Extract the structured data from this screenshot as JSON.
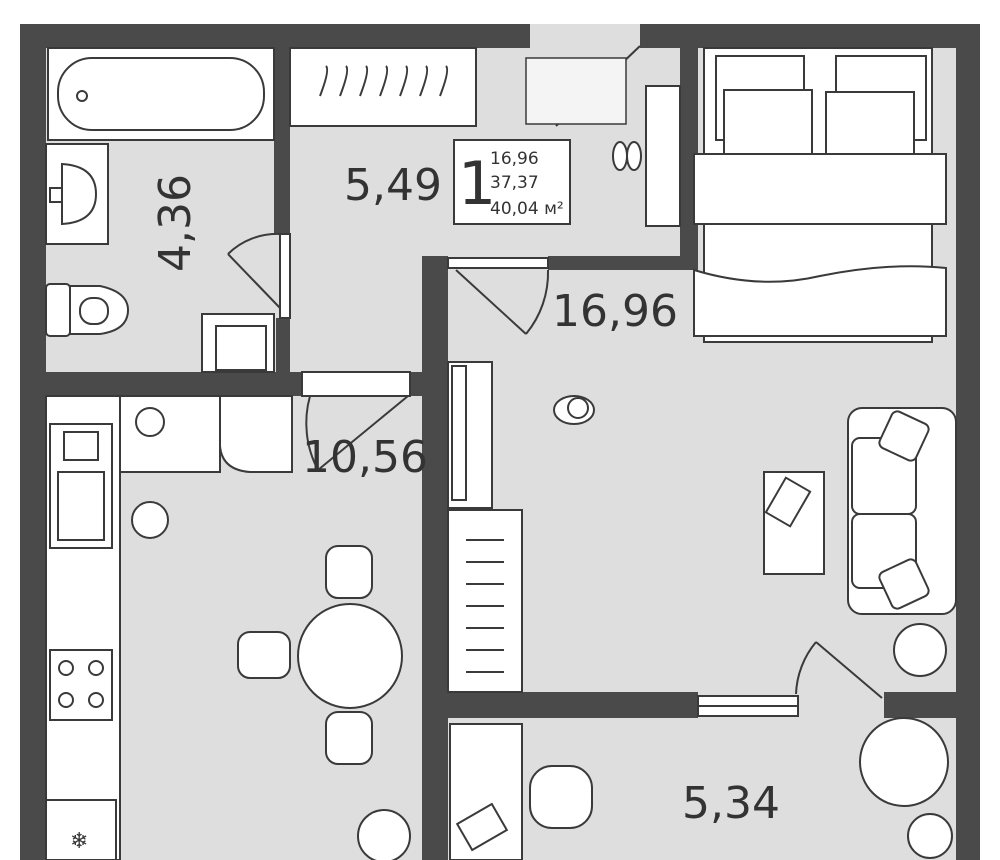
{
  "colors": {
    "wall": "#4a4a4a",
    "floor": "#dedede",
    "furniture": "#ffffff",
    "stroke": "#3a3a3a",
    "text": "#333333"
  },
  "info_box": {
    "rooms": "1",
    "living_area": "16,96",
    "total_area": "37,37",
    "total_with_balcony": "40,04 м²"
  },
  "rooms": {
    "bathroom": "4,36",
    "hallway": "5,49",
    "kitchen": "10,56",
    "bedroom": "16,96",
    "balcony": "5,34"
  },
  "icons": {
    "bathtub": "bathtub-icon",
    "sink": "sink-icon",
    "toilet": "toilet-icon",
    "washer": "washing-machine-icon",
    "bed": "double-bed-icon",
    "sofa": "sofa-icon",
    "table": "round-table-icon",
    "stove": "stove-icon",
    "plant": "plant-icon",
    "person": "person-icon",
    "desk": "desk-icon",
    "laptop": "laptop-icon",
    "hanger": "hanger-icon",
    "shoes": "shoes-icon",
    "rug": "rug-icon",
    "snowflake": "fridge-icon"
  }
}
